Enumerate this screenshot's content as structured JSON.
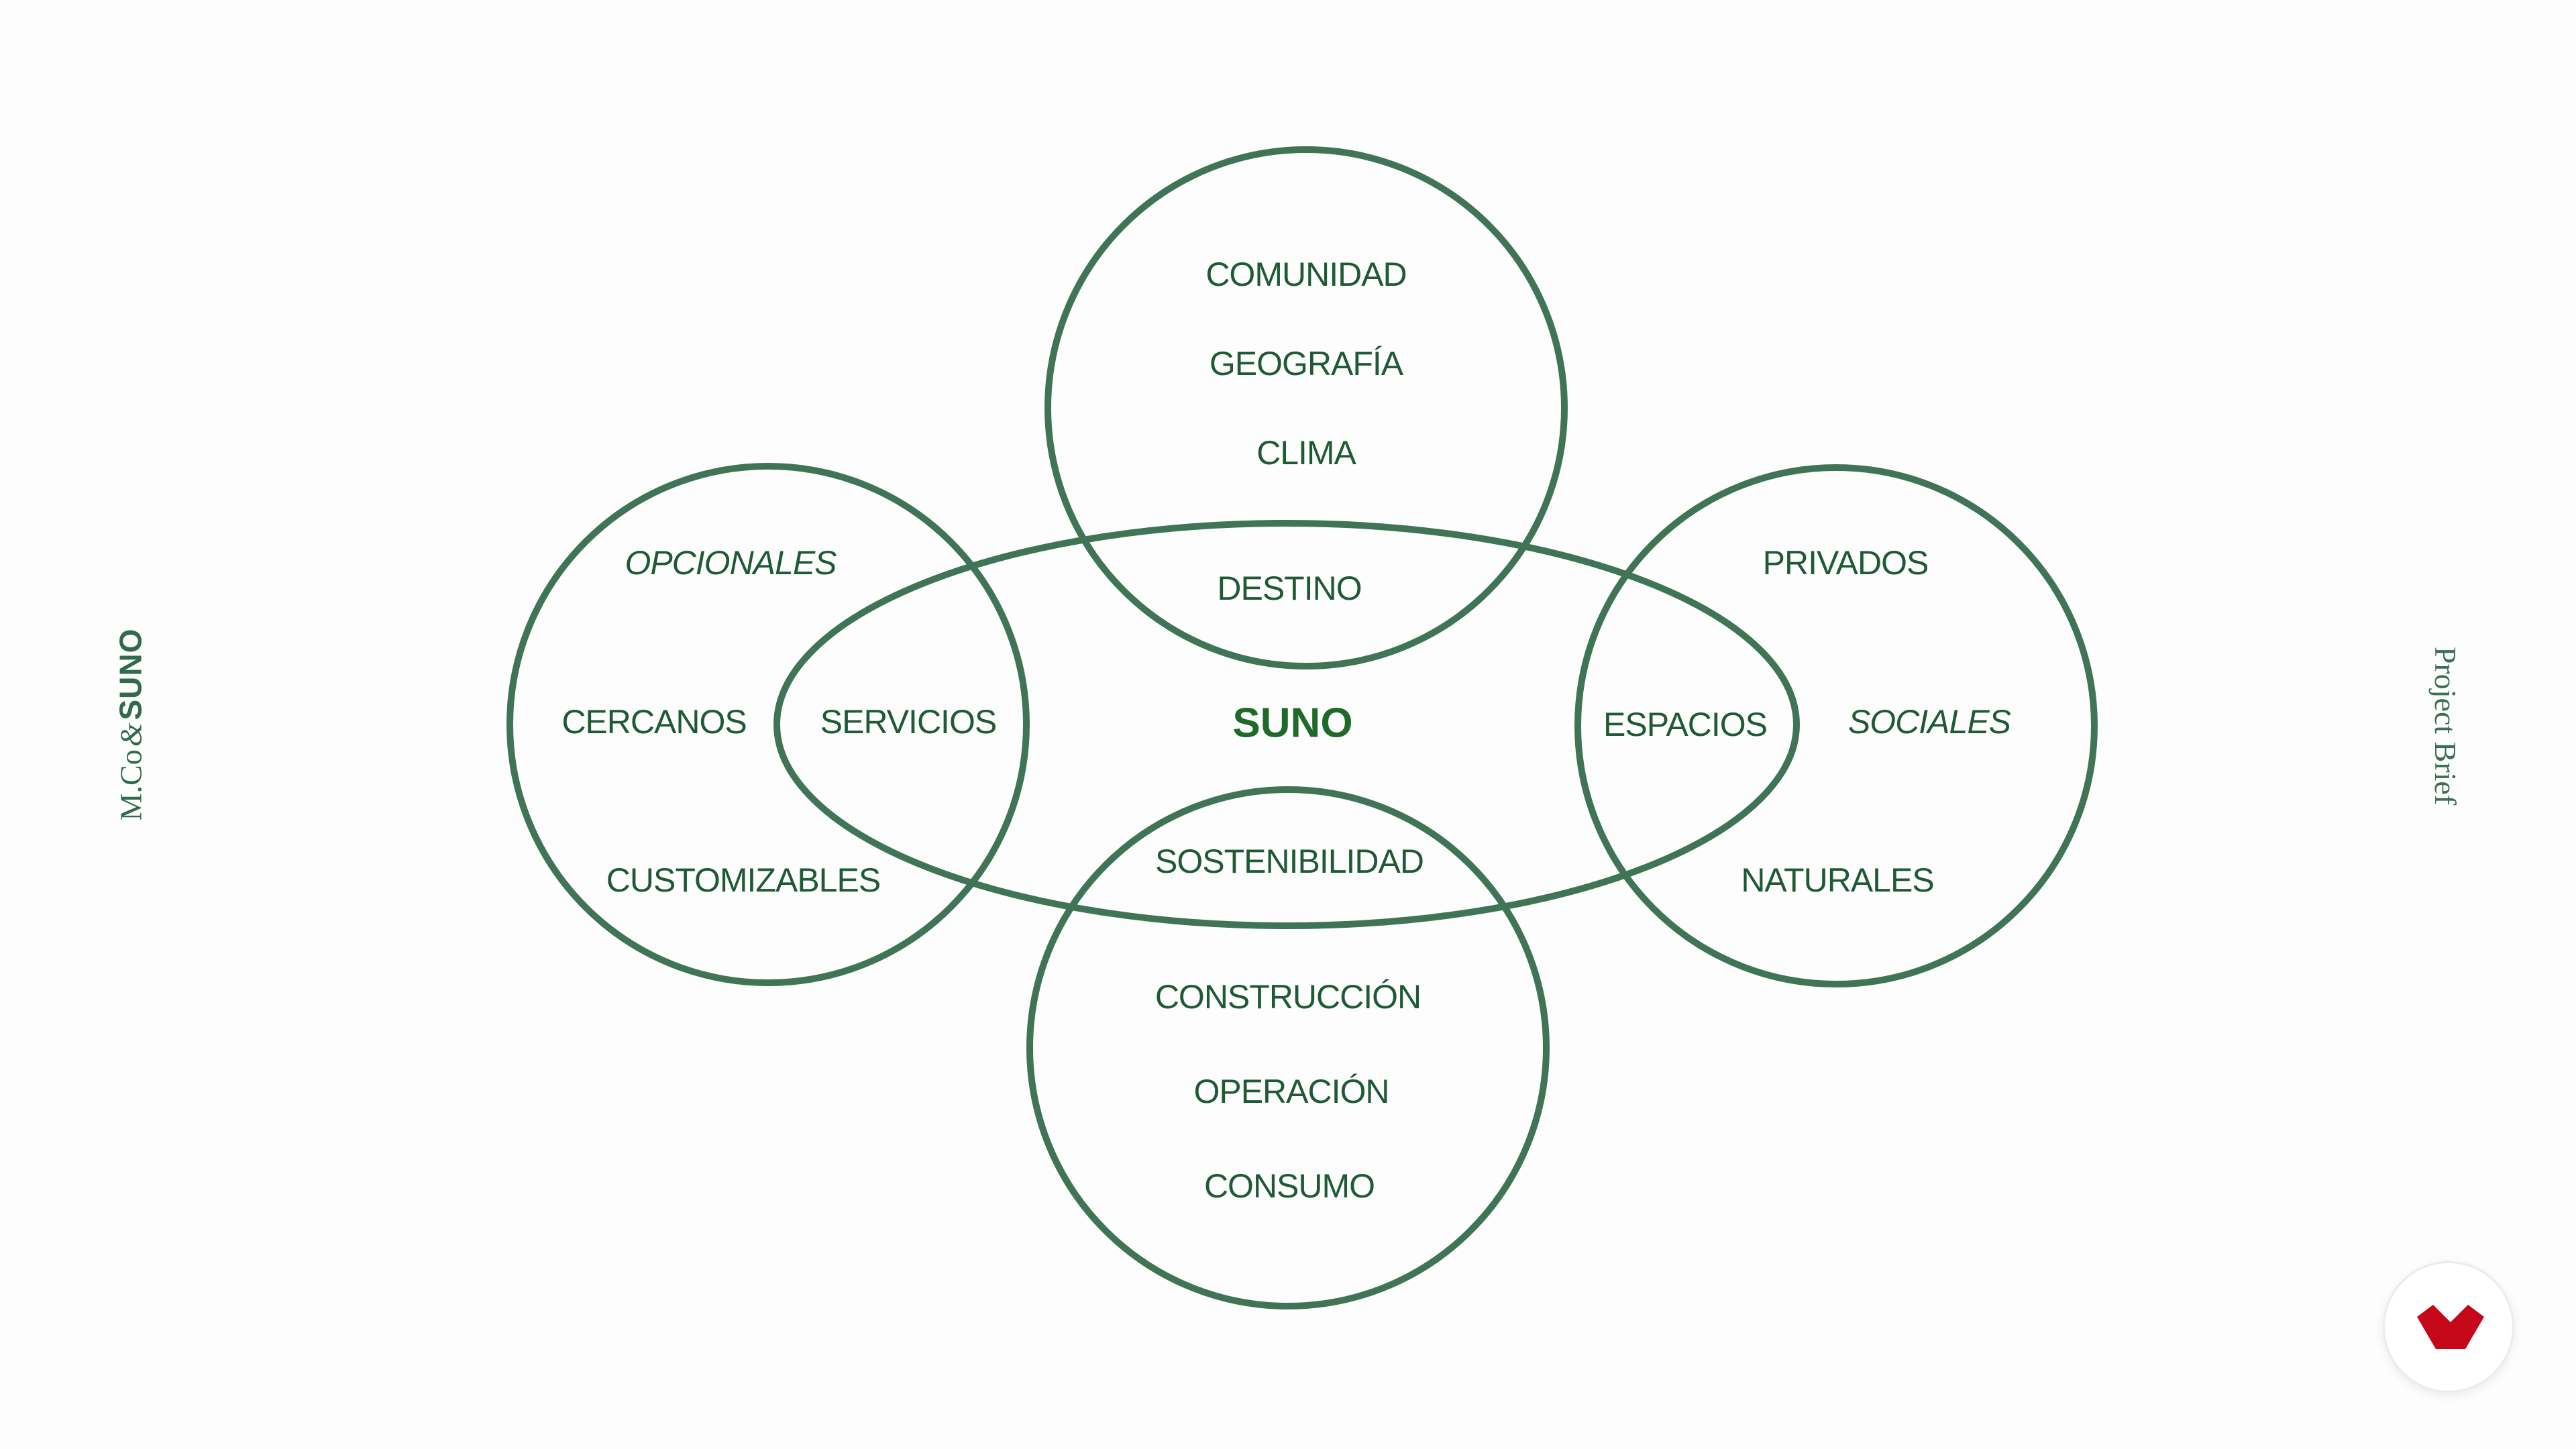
{
  "brand": {
    "left_part1": "M.Co",
    "left_amp": "&",
    "left_part2": "SUNO",
    "right": "Project Brief"
  },
  "diagram": {
    "center": "SUNO",
    "top": {
      "items": [
        "COMUNIDAD",
        "GEOGRAFÍA",
        "CLIMA"
      ],
      "overlap": "DESTINO"
    },
    "bottom": {
      "overlap": "SOSTENIBILIDAD",
      "items": [
        "CONSTRUCCIÓN",
        "OPERACIÓN",
        "CONSUMO"
      ]
    },
    "left": {
      "top_item": "OPCIONALES",
      "middle_item": "CERCANOS",
      "bottom_item": "CUSTOMIZABLES",
      "overlap": "SERVICIOS"
    },
    "right": {
      "top_item": "PRIVADOS",
      "middle_item": "SOCIALES",
      "bottom_item": "NATURALES",
      "overlap": "ESPACIOS"
    }
  },
  "colors": {
    "stroke": "#3f7456",
    "text": "#1e5a34",
    "accent_logo": "#c4081a"
  },
  "icons": {
    "logo": "red-chevron-logo-icon"
  }
}
